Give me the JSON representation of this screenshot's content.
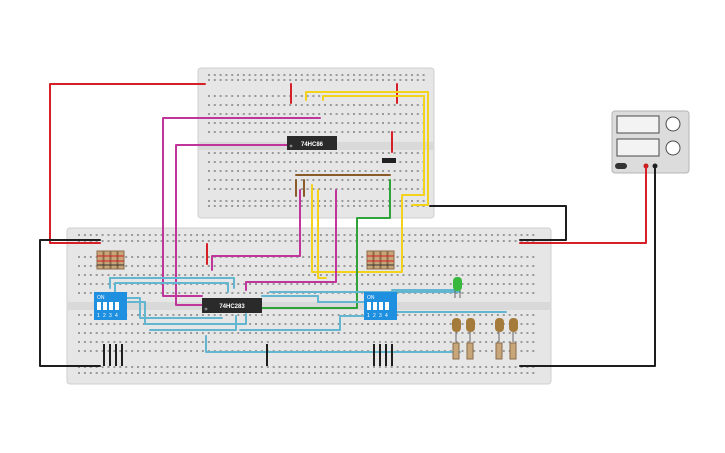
{
  "chips": {
    "top_label": "74HC86",
    "bottom_label": "74HC283"
  },
  "dip_switches": [
    {
      "on_label": "ON",
      "numbers": [
        "1",
        "2",
        "3",
        "4"
      ]
    },
    {
      "on_label": "ON",
      "numbers": [
        "1",
        "2",
        "3",
        "4"
      ]
    }
  ],
  "colors": {
    "board": "#e6e6e6",
    "hole": "#9a9a9a",
    "rail_red": "#d43b3b",
    "rail_blue": "#3b6fd4",
    "wire_red": "#d61f26",
    "wire_black": "#1e1e1e",
    "wire_yellow": "#f2d21a",
    "wire_magenta": "#c0359a",
    "wire_blue": "#62b6cf",
    "wire_green": "#2fa33a",
    "wire_brown": "#8b5a2b",
    "chip": "#2a2a2a",
    "dip_blue": "#1f8fe0",
    "led_green": "#37b83c",
    "led_brown": "#a57b3b",
    "supply": "#dcdcdc"
  },
  "icons": [
    "power-supply-icon",
    "dip-switch-icon",
    "led-icon",
    "resistor-icon",
    "ic-chip-icon"
  ]
}
